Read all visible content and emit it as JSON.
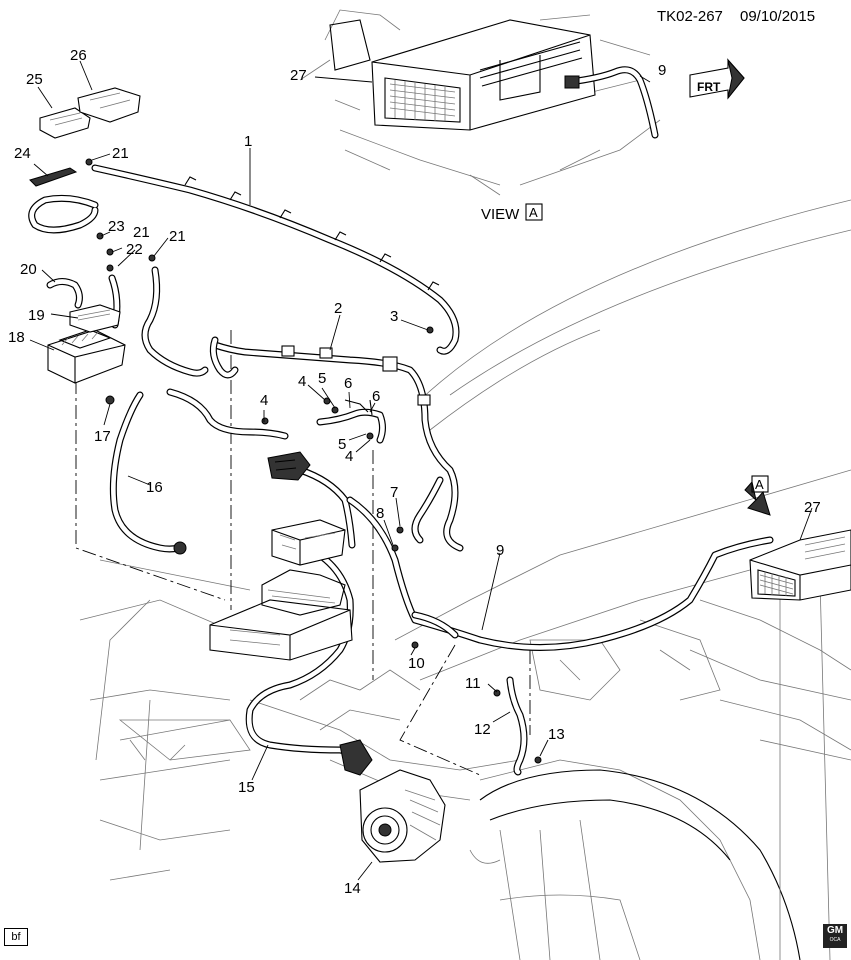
{
  "header": {
    "code": "TK02-267",
    "date": "09/10/2015"
  },
  "view": {
    "label": "VIEW",
    "letter": "A"
  },
  "arrow_letter": "A",
  "frt_label": "FRT",
  "corner_badge": "bf",
  "logo": {
    "text": "GM",
    "sub": "OCA"
  },
  "callouts": [
    "1",
    "2",
    "3",
    "4",
    "4",
    "4",
    "5",
    "5",
    "6",
    "6",
    "7",
    "8",
    "9",
    "9",
    "10",
    "11",
    "12",
    "13",
    "14",
    "15",
    "16",
    "17",
    "18",
    "19",
    "20",
    "21",
    "21",
    "21",
    "22",
    "23",
    "24",
    "25",
    "26",
    "27",
    "27"
  ]
}
